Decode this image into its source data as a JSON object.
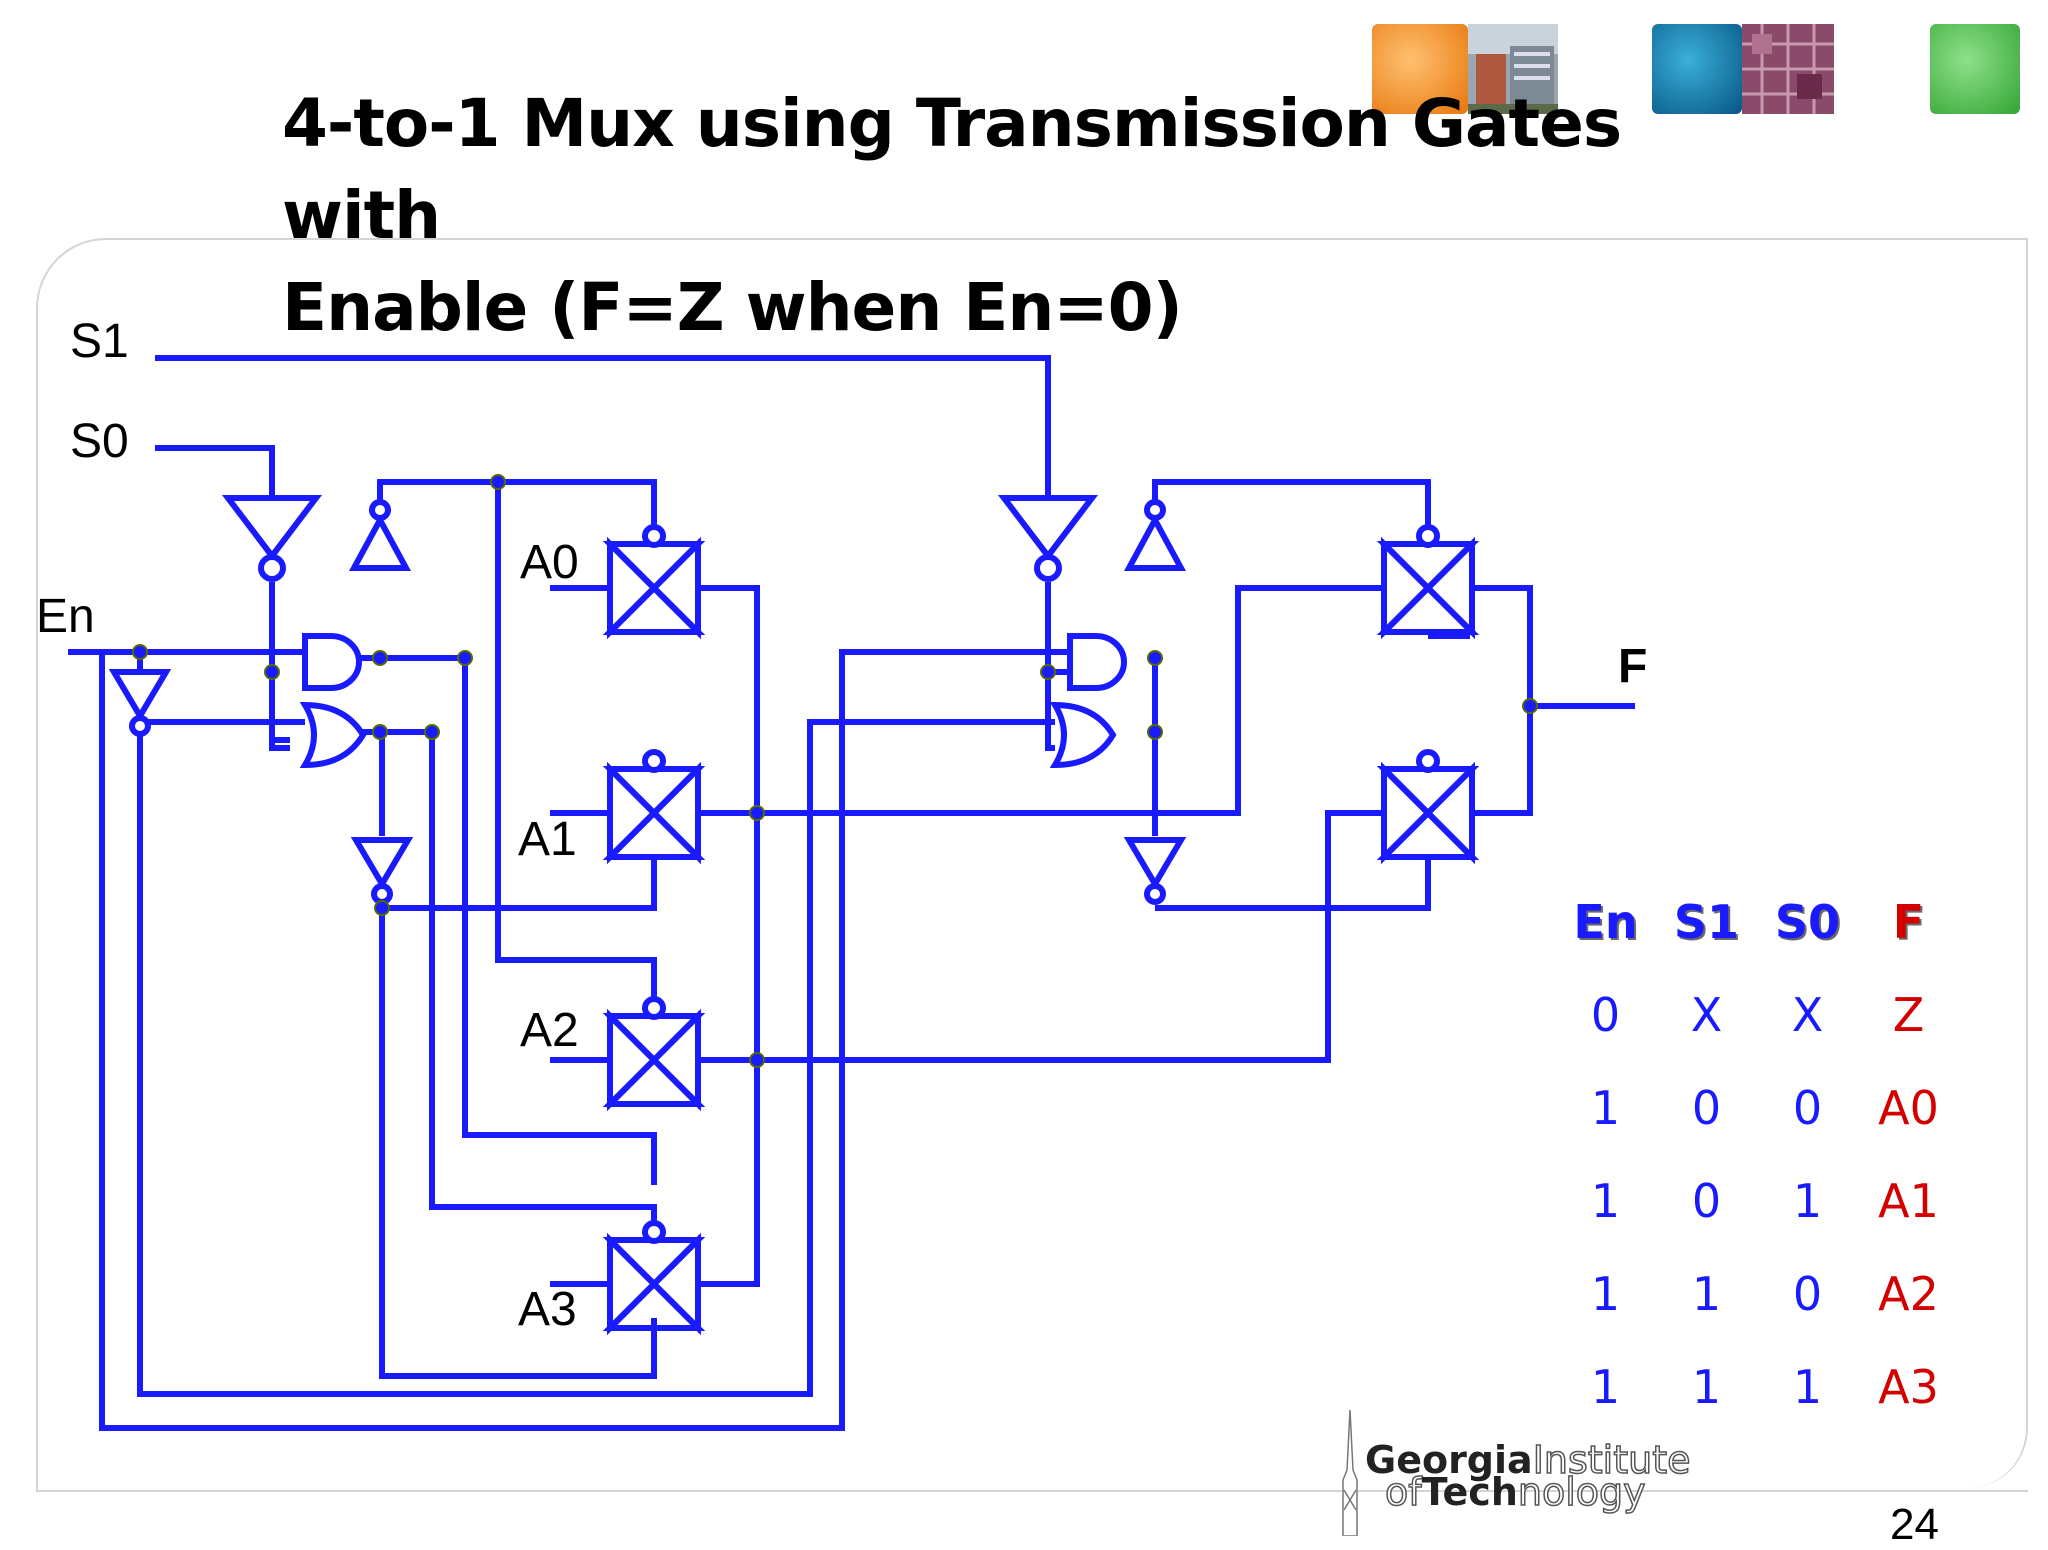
{
  "slide": {
    "title_line1": "4-to-1 Mux using Transmission Gates with",
    "title_line2": "Enable (F=Z  when En=0)",
    "page_number": "24"
  },
  "circuit": {
    "input_labels": {
      "s1": "S1",
      "s0": "S0",
      "en": "En"
    },
    "data_labels": [
      "A0",
      "A1",
      "A2",
      "A3"
    ],
    "output_label": "F",
    "wire_color": "#1a1aff"
  },
  "truth_table": {
    "headers": [
      "En",
      "S1",
      "S0",
      "F"
    ],
    "rows": [
      [
        "0",
        "X",
        "X",
        "Z"
      ],
      [
        "1",
        "0",
        "0",
        "A0"
      ],
      [
        "1",
        "0",
        "1",
        "A1"
      ],
      [
        "1",
        "1",
        "0",
        "A2"
      ],
      [
        "1",
        "1",
        "1",
        "A3"
      ]
    ],
    "header_color": "#1a1aff",
    "output_color": "#d40000"
  },
  "logo": {
    "line1_bold": "Georgia",
    "line1_outline": "Institute",
    "line2_outline_a": "of",
    "line2_bold": "Tech",
    "line2_outline_b": "nology"
  },
  "header_images": [
    "orange-tile",
    "building-photo",
    "blue-tile",
    "circuit-photo",
    "green-tile"
  ]
}
